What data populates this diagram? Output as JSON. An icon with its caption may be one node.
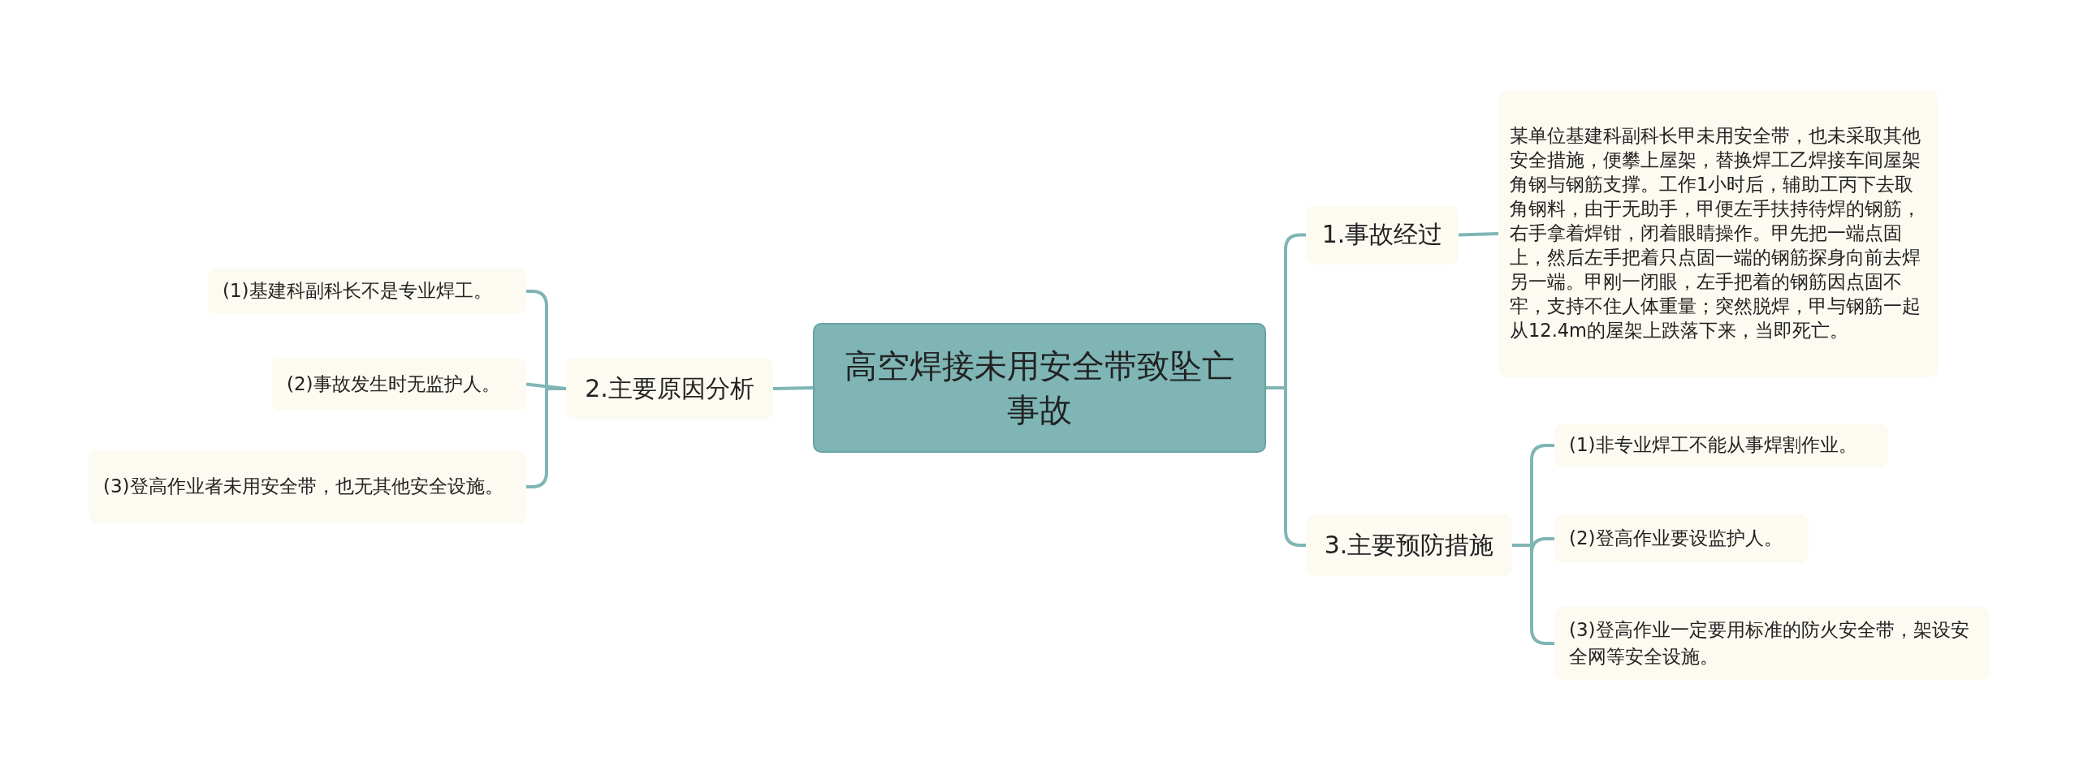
{
  "diagram": {
    "nodes": [
      {
        "text": [
          "高空焊接未用安全带致坠亡事故"
        ]
      },
      {
        "text": [
          "1.事故经过"
        ]
      },
      {
        "text": [
          "某单位基建科副科长甲未用安全带，也未采取其他安全措施，便攀上屋架，替换焊工乙焊接车间屋架角钢与钢筋支撑。工作1小时后，辅助工丙下去取角钢料，由于无助手，甲便左手扶持待焊的钢筋，右手拿着焊钳，闭着眼睛操作。甲先把一端点固上，然后左手把着只点固一端的钢筋探身向前去焊另一端。甲刚一闭眼，左手把着的钢筋因点固不牢，支持不住人体重量；突然脱焊，甲与钢筋一起从12.4m的屋架上跌落下来，当即死亡。"
        ]
      },
      {
        "text": [
          "2.主要原因分析"
        ]
      },
      {
        "text": [
          "(1)基建科副科长不是专业焊工。"
        ]
      },
      {
        "text": [
          "(2)事故发生时无监护人。"
        ]
      },
      {
        "text": [
          "(3)登高作业者未用安全带，也无其他安全设施。"
        ]
      },
      {
        "text": [
          "3.主要预防措施"
        ]
      },
      {
        "text": [
          "(1)非专业焊工不能从事焊割作业。"
        ]
      },
      {
        "text": [
          "(2)登高作业要设监护人。"
        ]
      },
      {
        "text": [
          "(3)登高作业一定要用标准的防火安全带，架设安全网等安全设施。"
        ]
      }
    ],
    "edges": [
      {
        "from": 0,
        "to": 1,
        "arrow": "none"
      },
      {
        "from": 1,
        "to": 2,
        "arrow": "none"
      },
      {
        "from": 0,
        "to": 3,
        "arrow": "none"
      },
      {
        "from": 3,
        "to": 4,
        "arrow": "none"
      },
      {
        "from": 3,
        "to": 5,
        "arrow": "none"
      },
      {
        "from": 3,
        "to": 6,
        "arrow": "none"
      },
      {
        "from": 0,
        "to": 7,
        "arrow": "none"
      },
      {
        "from": 7,
        "to": 8,
        "arrow": "none"
      },
      {
        "from": 7,
        "to": 9,
        "arrow": "none"
      },
      {
        "from": 7,
        "to": 10,
        "arrow": "none"
      }
    ]
  }
}
